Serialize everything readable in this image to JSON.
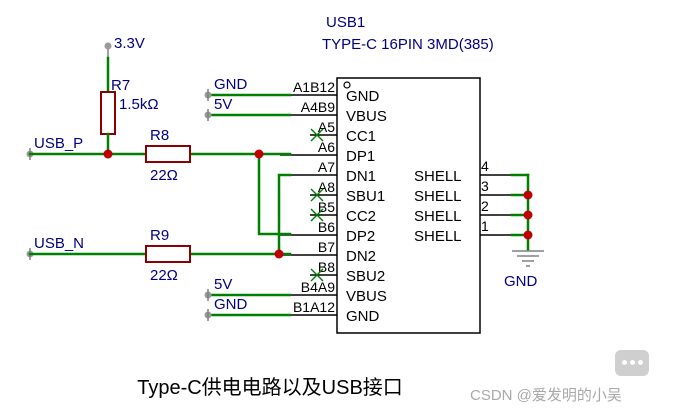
{
  "component": {
    "designator": "USB1",
    "value": "TYPE-C 16PIN 3MD(385)",
    "left_pins": [
      {
        "num": "A1B12",
        "name": "GND",
        "net": "GND"
      },
      {
        "num": "A4B9",
        "name": "VBUS",
        "net": "5V"
      },
      {
        "num": "A5",
        "name": "CC1"
      },
      {
        "num": "A6",
        "name": "DP1"
      },
      {
        "num": "A7",
        "name": "DN1"
      },
      {
        "num": "A8",
        "name": "SBU1"
      },
      {
        "num": "B5",
        "name": "CC2"
      },
      {
        "num": "B6",
        "name": "DP2"
      },
      {
        "num": "B7",
        "name": "DN2"
      },
      {
        "num": "B8",
        "name": "SBU2"
      },
      {
        "num": "B4A9",
        "name": "VBUS",
        "net": "5V"
      },
      {
        "num": "B1A12",
        "name": "GND",
        "net": "GND"
      }
    ],
    "right_pins": [
      {
        "num": "4",
        "name": "SHELL"
      },
      {
        "num": "3",
        "name": "SHELL"
      },
      {
        "num": "2",
        "name": "SHELL"
      },
      {
        "num": "1",
        "name": "SHELL"
      }
    ]
  },
  "resistors": {
    "r7": {
      "ref": "R7",
      "value": "1.5kΩ"
    },
    "r8": {
      "ref": "R8",
      "value": "22Ω"
    },
    "r9": {
      "ref": "R9",
      "value": "22Ω"
    }
  },
  "nets": {
    "power_top": "3.3V",
    "usb_p": "USB_P",
    "usb_n": "USB_N",
    "shell_gnd": "GND"
  },
  "caption": "Type-C供电电路以及USB接口",
  "watermark": "CSDN @爱发明的小吴"
}
